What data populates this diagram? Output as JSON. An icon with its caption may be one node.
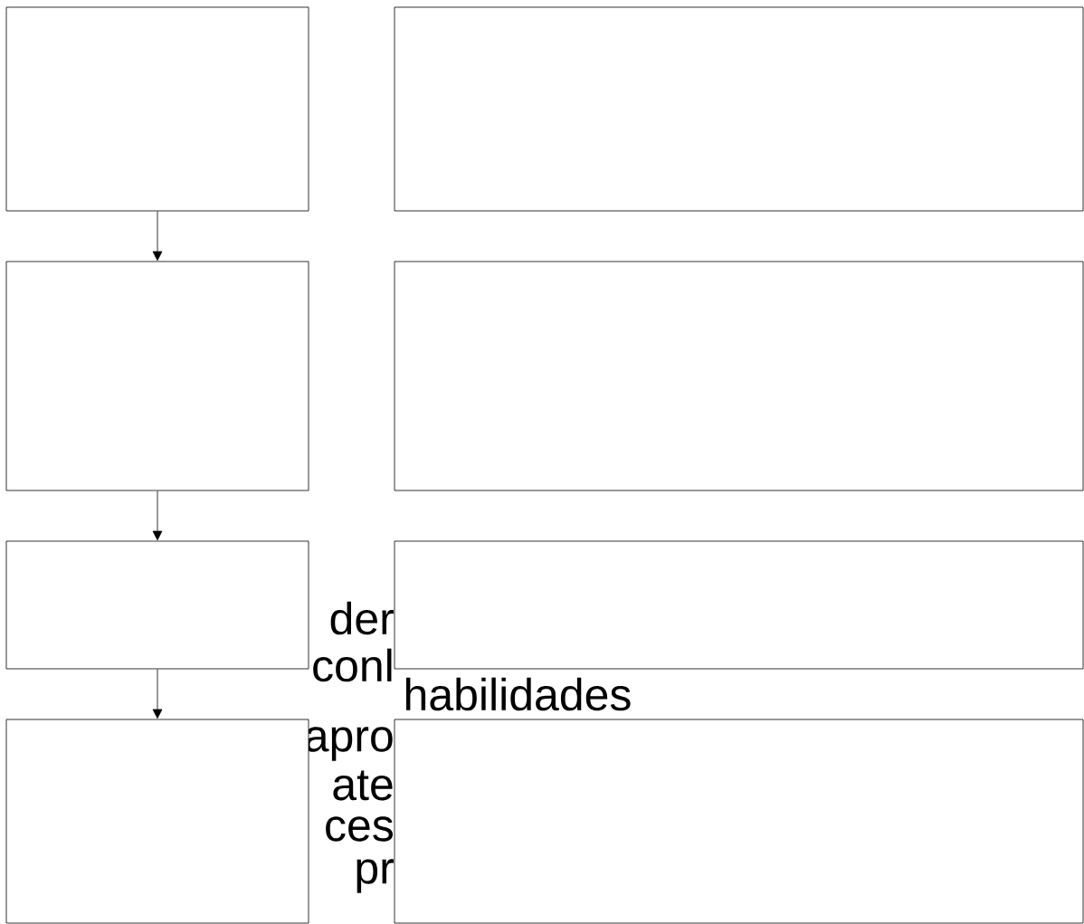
{
  "diagram": {
    "nodes": [
      {
        "text": [],
        "shape": "box"
      },
      {
        "text": [],
        "shape": "box"
      },
      {
        "text": [],
        "shape": "box"
      },
      {
        "text": [],
        "shape": "box"
      },
      {
        "text": [],
        "shape": "box"
      },
      {
        "text": [],
        "shape": "box"
      },
      {
        "text": [],
        "shape": "box"
      },
      {
        "text": [],
        "shape": "box"
      }
    ],
    "edges": [
      {
        "from": 0,
        "to": 2,
        "arrow": "to"
      },
      {
        "from": 2,
        "to": 4,
        "arrow": "to"
      },
      {
        "from": 4,
        "to": 6,
        "arrow": "to"
      }
    ],
    "labels": [
      "der",
      "conl",
      "habilidades",
      "apro",
      "ate",
      "ces",
      "pr"
    ]
  }
}
